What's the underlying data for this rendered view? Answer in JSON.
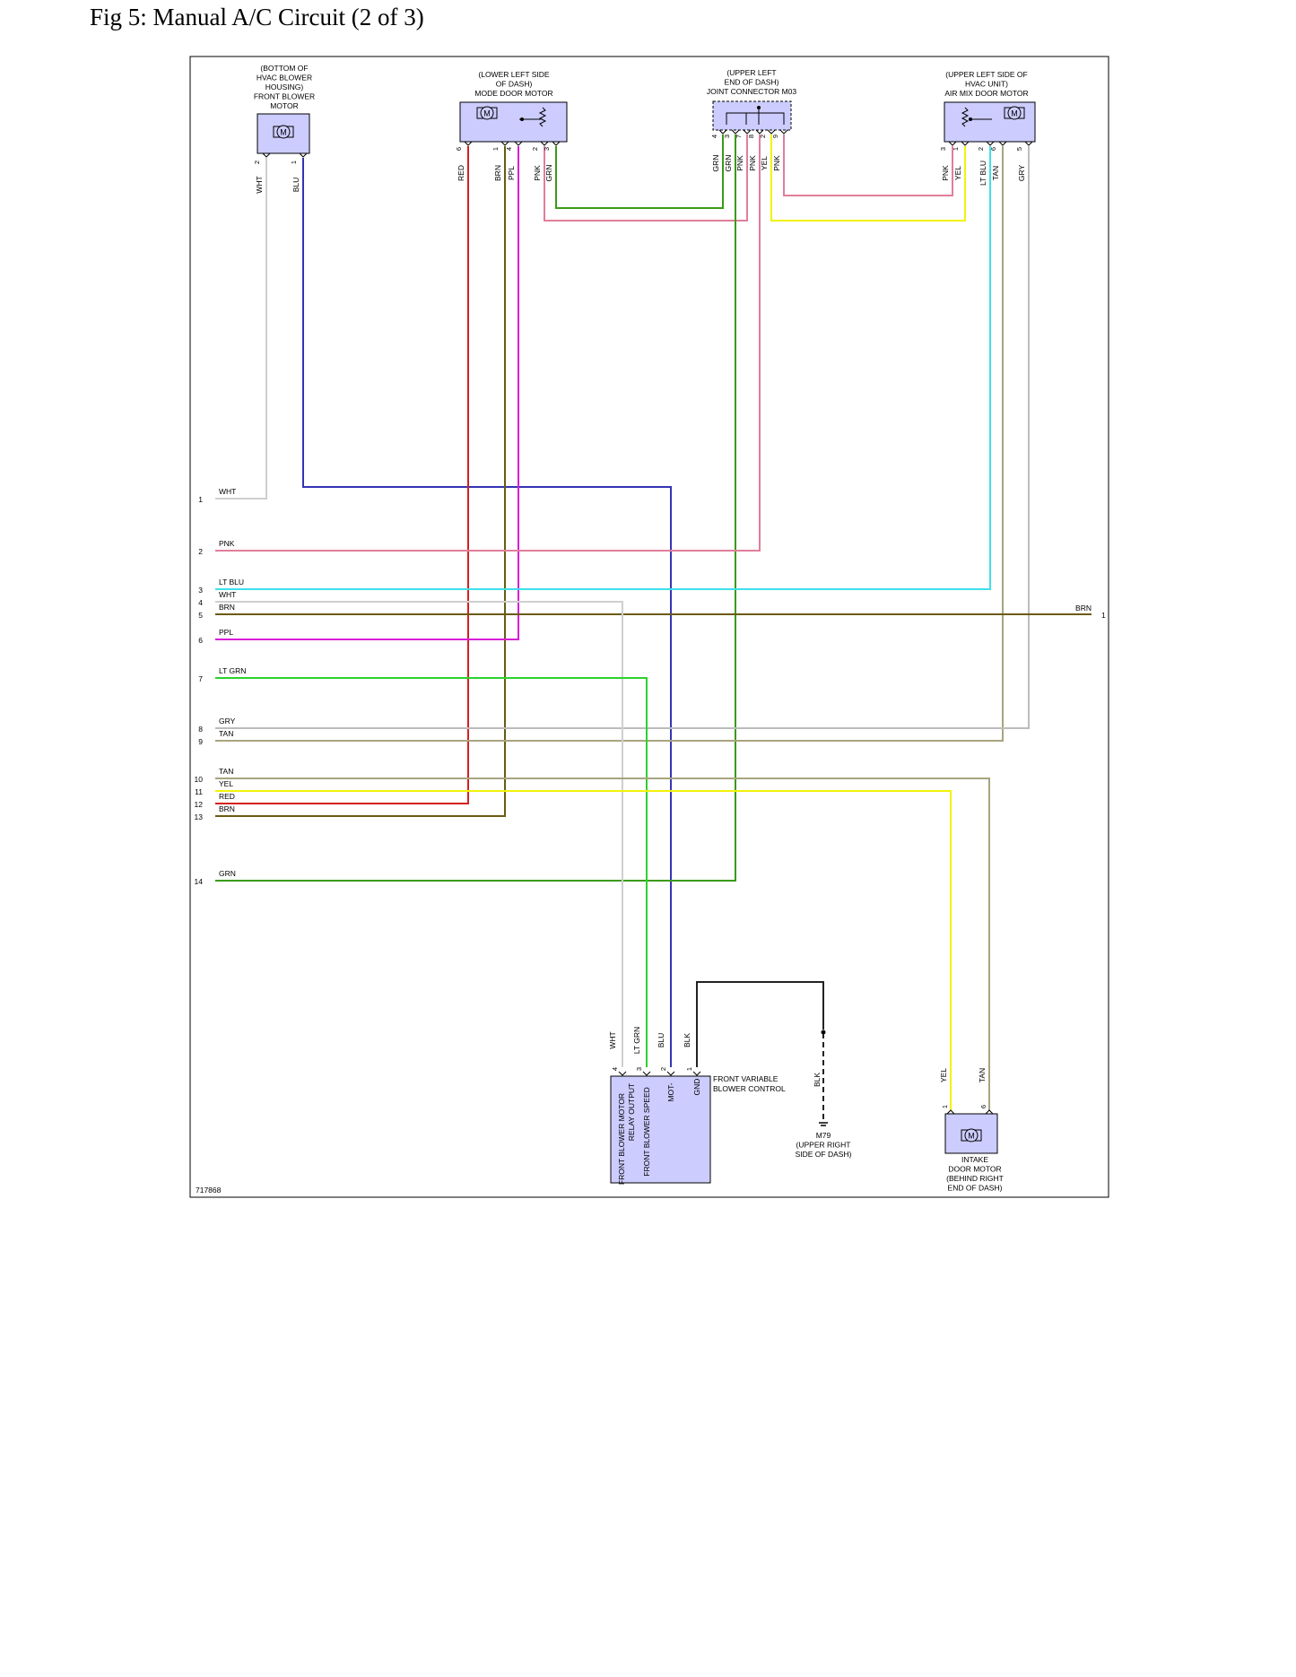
{
  "page": {
    "title": "Fig 5: Manual A/C Circuit (2 of 3)"
  },
  "figure_id": "717868",
  "colors": {
    "WHT": "#cfcfcf",
    "BLU": "#3434b4",
    "RED": "#d42020",
    "BRN": "#6b5a10",
    "PPL": "#d81ed8",
    "PNK": "#e07e9a",
    "GRN": "#3a9a16",
    "LT GRN": "#2cd22c",
    "YEL": "#f2f20a",
    "LT BLU": "#3ee0ea",
    "TAN": "#a8a47e",
    "GRY": "#bcbcbc",
    "BLK": "#222222",
    "component_fill": "#ccccff"
  },
  "components": {
    "front_blower_motor": {
      "label": [
        "(BOTTOM OF",
        "HVAC BLOWER",
        "HOUSING)",
        "FRONT BLOWER",
        "MOTOR"
      ],
      "pins": [
        "2",
        "1"
      ],
      "wires": [
        "WHT",
        "BLU"
      ]
    },
    "mode_door_motor": {
      "label": [
        "(LOWER LEFT SIDE",
        "OF DASH)",
        "MODE DOOR MOTOR"
      ],
      "pins": [
        "6",
        "1",
        "4",
        "2",
        "3"
      ],
      "wires": [
        "RED",
        "BRN",
        "PPL",
        "PNK",
        "GRN"
      ]
    },
    "joint_connector": {
      "label": [
        "(UPPER LEFT",
        "END OF DASH)",
        "JOINT CONNECTOR M03"
      ],
      "pins": [
        "4",
        "3",
        "7",
        "8",
        "2",
        "9"
      ],
      "wires": [
        "GRN",
        "GRN",
        "PNK",
        "PNK",
        "YEL",
        "PNK"
      ]
    },
    "air_mix_door_motor": {
      "label": [
        "(UPPER LEFT SIDE OF",
        "HVAC UNIT)",
        "AIR MIX DOOR MOTOR"
      ],
      "pins": [
        "3",
        "1",
        "2",
        "6",
        "5"
      ],
      "wires": [
        "PNK",
        "YEL",
        "LT BLU",
        "TAN",
        "GRY"
      ]
    },
    "blower_control": {
      "label": [
        "FRONT VARIABLE",
        "BLOWER CONTROL"
      ],
      "pins": [
        "4",
        "3",
        "2",
        "1"
      ],
      "wires": [
        "WHT",
        "LT GRN",
        "BLU",
        "BLK"
      ],
      "inner_labels": [
        "FRONT BLOWER MOTOR",
        "RELAY OUTPUT",
        "FRONT BLOWER SPEED",
        "MOT-",
        "GND"
      ]
    },
    "ground": {
      "wire": "BLK",
      "label": [
        "M79",
        "(UPPER RIGHT",
        "SIDE OF DASH)"
      ]
    },
    "intake_door_motor": {
      "label": [
        "INTAKE",
        "DOOR MOTOR",
        "(BEHIND RIGHT",
        "END OF DASH)"
      ],
      "pins": [
        "1",
        "6"
      ],
      "wires": [
        "YEL",
        "TAN"
      ]
    }
  },
  "left_connector": {
    "pins": [
      {
        "pin": "1",
        "wire": "WHT"
      },
      {
        "pin": "2",
        "wire": "PNK"
      },
      {
        "pin": "3",
        "wire": "LT BLU"
      },
      {
        "pin": "4",
        "wire": "WHT"
      },
      {
        "pin": "5",
        "wire": "BRN"
      },
      {
        "pin": "6",
        "wire": "PPL"
      },
      {
        "pin": "7",
        "wire": "LT GRN"
      },
      {
        "pin": "8",
        "wire": "GRY"
      },
      {
        "pin": "9",
        "wire": "TAN"
      },
      {
        "pin": "10",
        "wire": "TAN"
      },
      {
        "pin": "11",
        "wire": "YEL"
      },
      {
        "pin": "12",
        "wire": "RED"
      },
      {
        "pin": "13",
        "wire": "BRN"
      },
      {
        "pin": "14",
        "wire": "GRN"
      }
    ]
  },
  "right_connector": {
    "pin": "1",
    "wire": "BRN"
  }
}
